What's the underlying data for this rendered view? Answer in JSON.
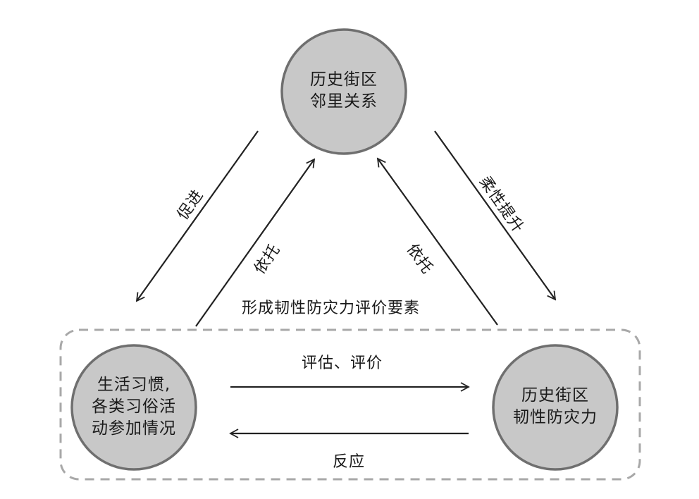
{
  "nodes": {
    "top": {
      "line1": "历史街区",
      "line2": "邻里关系"
    },
    "left": {
      "line1": "生活习惯,",
      "line2": "各类习俗活",
      "line3": "动参加情况"
    },
    "right": {
      "line1": "历史街区",
      "line2": "韧性防灾力"
    }
  },
  "edges": {
    "promote": "促进",
    "rely_left": "依托",
    "rely_right": "依托",
    "flex_improve": "柔性提升",
    "evaluate": "评估、评价",
    "reaction": "反应"
  },
  "group_label": "形成韧性防灾力评价要素",
  "colors": {
    "node_fill": "#c8c8c8",
    "node_stroke": "#6f6f6f",
    "dashed_border": "#a8a8a8",
    "arrow": "#222222",
    "text": "#1a1a1a"
  }
}
